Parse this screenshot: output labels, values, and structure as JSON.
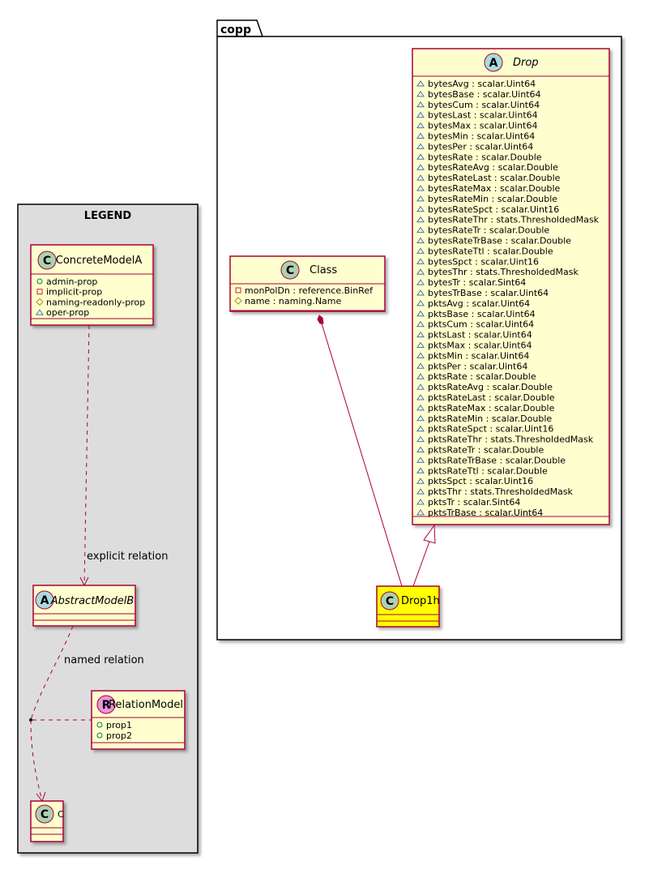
{
  "package": {
    "name": "copp"
  },
  "legend": {
    "title": "LEGEND",
    "concrete": {
      "name": "ConcreteModelA",
      "stereotype": "C",
      "attrs": [
        {
          "vis": "+",
          "text": "admin-prop"
        },
        {
          "vis": "-",
          "text": "implicit-prop"
        },
        {
          "vis": "#",
          "text": "naming-readonly-prop"
        },
        {
          "vis": "~",
          "text": "oper-prop"
        }
      ]
    },
    "abstract": {
      "name": "AbstractModelB",
      "stereotype": "A"
    },
    "relation_model": {
      "name": "RelationModel",
      "stereotype": "R",
      "attrs": [
        {
          "vis": "+",
          "text": "prop1"
        },
        {
          "vis": "+",
          "text": "prop2"
        }
      ]
    },
    "c": {
      "name": "C",
      "stereotype": "C"
    },
    "explicit_label": "explicit relation",
    "named_label": "named relation"
  },
  "class_box": {
    "name": "Class",
    "stereotype": "C",
    "attrs": [
      {
        "vis": "-",
        "text": "monPolDn : reference.BinRef"
      },
      {
        "vis": "#",
        "text": "name : naming.Name"
      }
    ]
  },
  "drop": {
    "name": "Drop",
    "stereotype": "A",
    "attrs": [
      "bytesAvg : scalar.Uint64",
      "bytesBase : scalar.Uint64",
      "bytesCum : scalar.Uint64",
      "bytesLast : scalar.Uint64",
      "bytesMax : scalar.Uint64",
      "bytesMin : scalar.Uint64",
      "bytesPer : scalar.Uint64",
      "bytesRate : scalar.Double",
      "bytesRateAvg : scalar.Double",
      "bytesRateLast : scalar.Double",
      "bytesRateMax : scalar.Double",
      "bytesRateMin : scalar.Double",
      "bytesRateSpct : scalar.Uint16",
      "bytesRateThr : stats.ThresholdedMask",
      "bytesRateTr : scalar.Double",
      "bytesRateTrBase : scalar.Double",
      "bytesRateTtl : scalar.Double",
      "bytesSpct : scalar.Uint16",
      "bytesThr : stats.ThresholdedMask",
      "bytesTr : scalar.Sint64",
      "bytesTrBase : scalar.Uint64",
      "pktsAvg : scalar.Uint64",
      "pktsBase : scalar.Uint64",
      "pktsCum : scalar.Uint64",
      "pktsLast : scalar.Uint64",
      "pktsMax : scalar.Uint64",
      "pktsMin : scalar.Uint64",
      "pktsPer : scalar.Uint64",
      "pktsRate : scalar.Double",
      "pktsRateAvg : scalar.Double",
      "pktsRateLast : scalar.Double",
      "pktsRateMax : scalar.Double",
      "pktsRateMin : scalar.Double",
      "pktsRateSpct : scalar.Uint16",
      "pktsRateThr : stats.ThresholdedMask",
      "pktsRateTr : scalar.Double",
      "pktsRateTrBase : scalar.Double",
      "pktsRateTtl : scalar.Double",
      "pktsSpct : scalar.Uint16",
      "pktsThr : stats.ThresholdedMask",
      "pktsTr : scalar.Sint64",
      "pktsTrBase : scalar.Uint64"
    ]
  },
  "drop1h": {
    "name": "Drop1h",
    "stereotype": "C"
  },
  "colors": {
    "class_fill": "#FEFECE",
    "border": "#A80036",
    "legend_bg": "#DDDDDD",
    "highlight": "#FFFF00",
    "c_badge": "#ADD1B2",
    "r_badge": "#EB93DF",
    "a_badge": "#A9DCDF"
  }
}
